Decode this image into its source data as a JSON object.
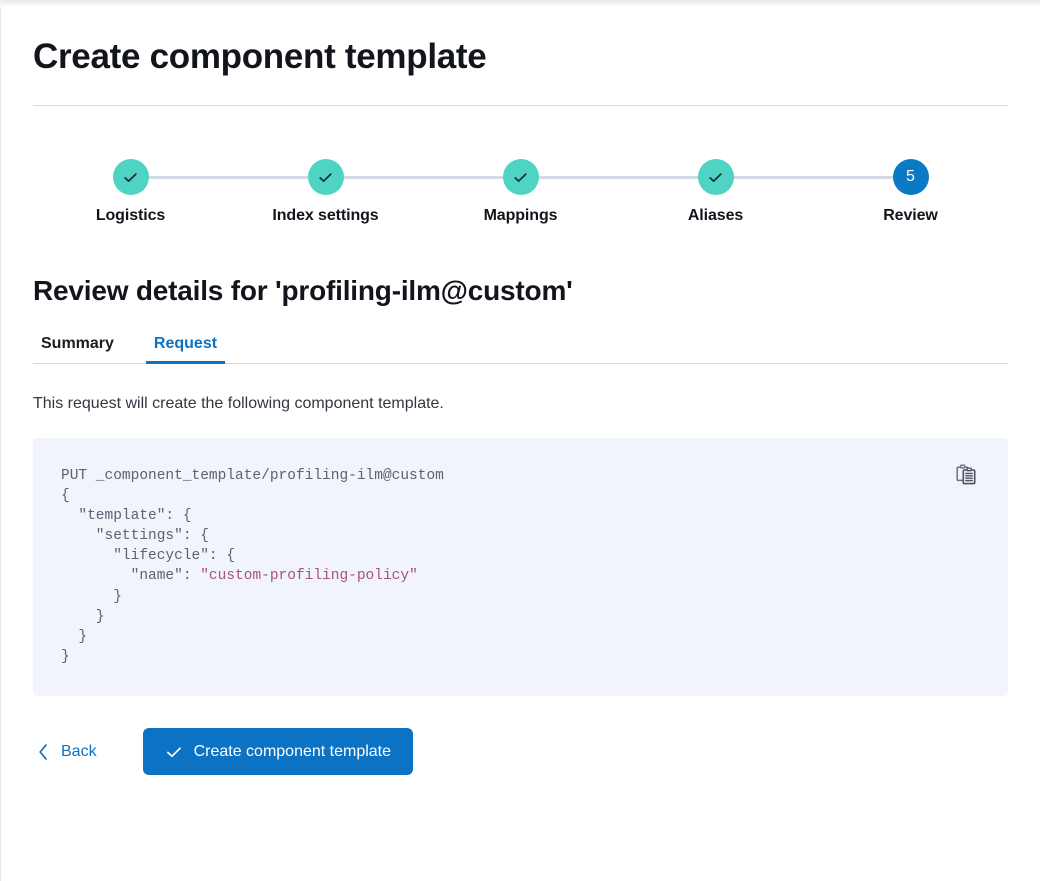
{
  "page": {
    "title": "Create component template"
  },
  "stepper": {
    "steps": [
      {
        "label": "Logistics",
        "state": "complete",
        "icon": "check-icon"
      },
      {
        "label": "Index settings",
        "state": "complete",
        "icon": "check-icon"
      },
      {
        "label": "Mappings",
        "state": "complete",
        "icon": "check-icon"
      },
      {
        "label": "Aliases",
        "state": "complete",
        "icon": "check-icon"
      },
      {
        "label": "Review",
        "state": "current",
        "number": "5"
      }
    ],
    "colors": {
      "complete": "#4fd3c4",
      "current": "#0b7ac4",
      "connector": "#d3dae6"
    }
  },
  "review": {
    "heading": "Review details for 'profiling-ilm@custom'",
    "tabs": [
      {
        "label": "Summary",
        "active": false
      },
      {
        "label": "Request",
        "active": true
      }
    ],
    "description": "This request will create the following component template.",
    "request": {
      "method_line": "PUT _component_template/profiling-ilm@custom",
      "body_lines": [
        "{",
        "  \"template\": {",
        "    \"settings\": {",
        "      \"lifecycle\": {",
        "        \"name\": ",
        "      }",
        "    }",
        "  }",
        "}"
      ],
      "policy_value": "\"custom-profiling-policy\"",
      "copy_icon": "copy-clipboard-icon",
      "background": "#f1f4fa",
      "string_color": "#a8537a"
    }
  },
  "footer": {
    "back_label": "Back",
    "back_icon": "chevron-left-icon",
    "submit_label": "Create component template",
    "submit_icon": "check-icon",
    "submit_color": "#0b72c4"
  }
}
